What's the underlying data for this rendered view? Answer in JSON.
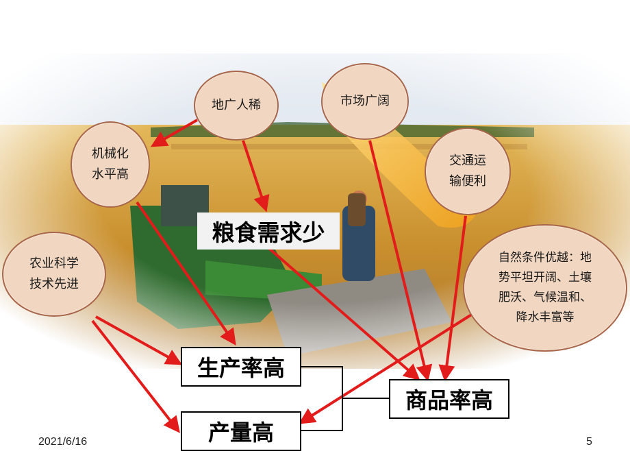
{
  "nodes": {
    "land": "地广人稀",
    "market": "市场广阔",
    "mechanization": "机械化\n水平高",
    "transport": "交通运\n输便利",
    "science": "农业科学\n技术先进",
    "nature": "自然条件优越：地\n势平坦开阔、土壤\n肥沃、气候温和、\n降水丰富等"
  },
  "boxes": {
    "demand": "粮食需求少",
    "productivity": "生产率高",
    "output": "产量高",
    "commodity": "商品率高"
  },
  "footer": {
    "date": "2021/6/16",
    "page": "5"
  },
  "colors": {
    "arrow": "#e21b1b",
    "node_fill": "#f1d7c1",
    "node_border": "#a8664b"
  }
}
